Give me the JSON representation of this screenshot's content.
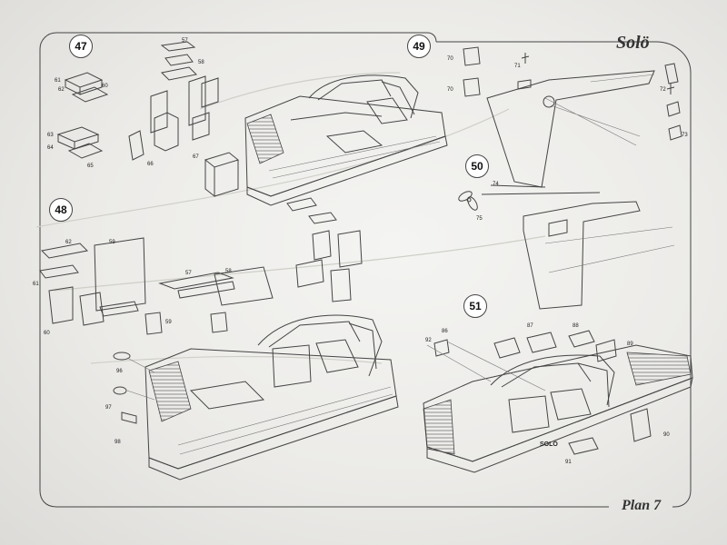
{
  "sheet": {
    "title": "Solö",
    "plan_label": "Plan 7"
  },
  "steps": [
    "47",
    "48",
    "49",
    "50",
    "51"
  ],
  "part_numbers": {
    "s47": [
      "57",
      "58",
      "60",
      "61",
      "62",
      "63",
      "64",
      "65",
      "66",
      "67"
    ],
    "s48": [
      "62",
      "59",
      "61",
      "60",
      "57",
      "58",
      "59",
      "96",
      "97",
      "98"
    ],
    "s49": [
      "70",
      "70",
      "71",
      "72",
      "73"
    ],
    "s50": [
      "74",
      "75"
    ],
    "s51": [
      "86",
      "87",
      "88",
      "89",
      "90",
      "91",
      "92"
    ]
  },
  "hull_name": "SOLÖ"
}
